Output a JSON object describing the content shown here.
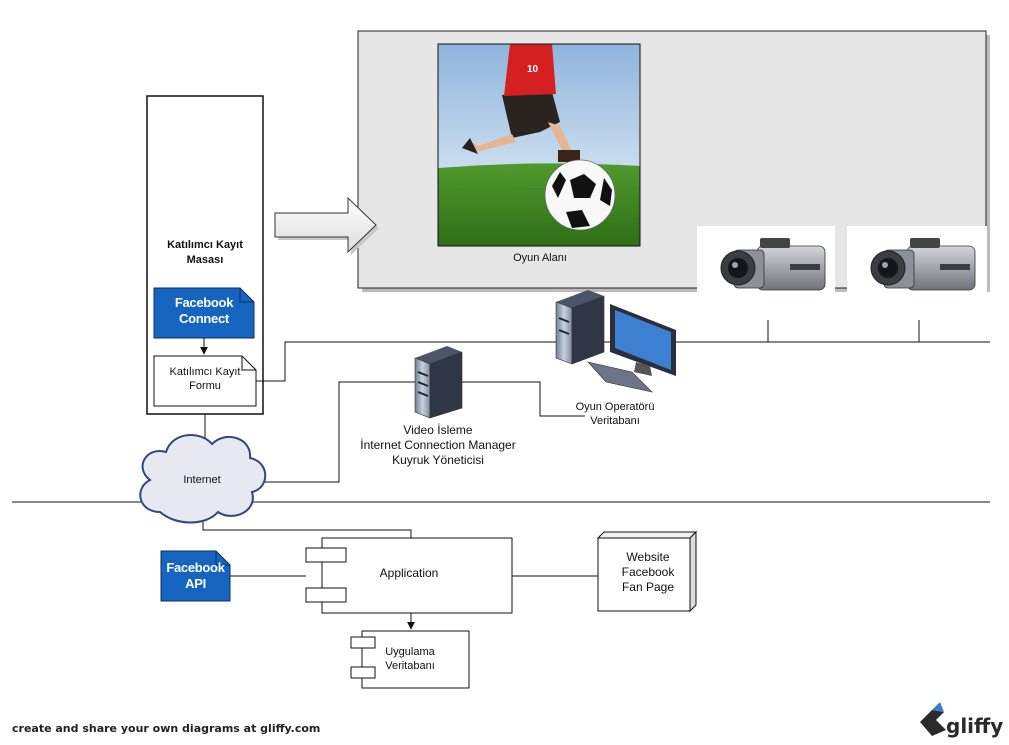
{
  "nodes": {
    "registration_desk": "Katılımcı Kayıt\nMasası",
    "facebook_connect": "Facebook\nConnect",
    "registration_form": "Katılımcı Kayıt\nFormu",
    "game_area": "Oyun Alanı",
    "operator_db": "Oyun Operatörü\nVeritabanı",
    "video_server": "Video İsleme\nİnternet Connection Manager\nKuyruk Yöneticisi",
    "internet": "Internet",
    "facebook_api": "Facebook\nAPI",
    "application": "Application",
    "website": "Website\nFacebook\nFan Page",
    "app_db": "Uygulama\nVeritabanı"
  },
  "footer": {
    "text": "create and share your own diagrams at gliffy.com",
    "brand": "gliffy"
  },
  "colors": {
    "facebook_blue": "#1565c0",
    "panel_gray": "#e8e8e8",
    "cloud_fill": "#e8ebf2",
    "cloud_stroke": "#2e4a7a"
  }
}
